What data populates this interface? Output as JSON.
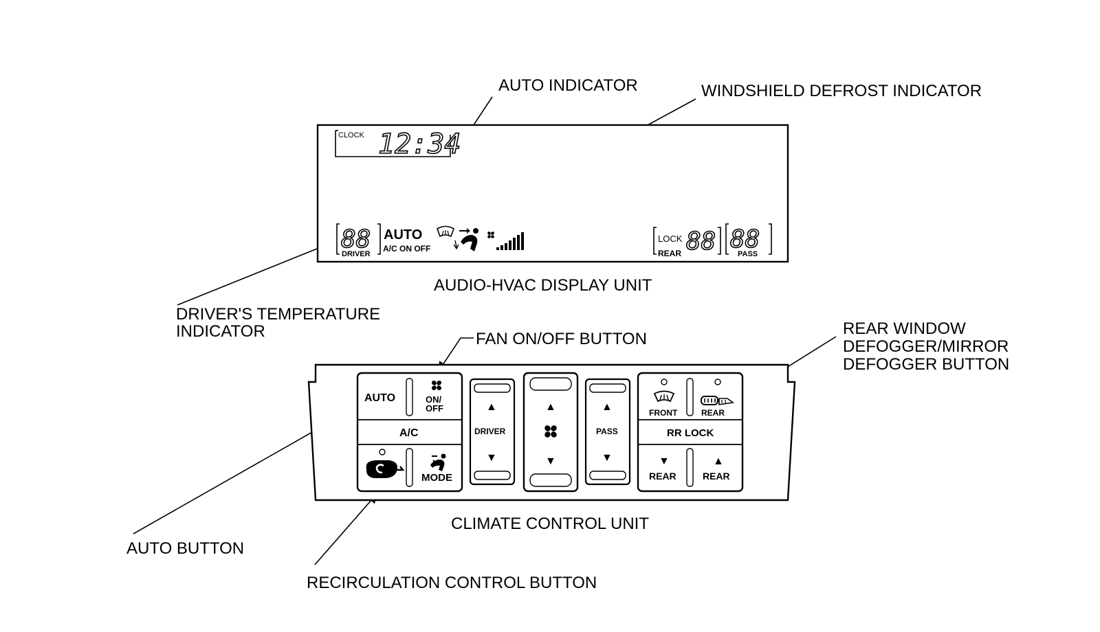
{
  "callouts": {
    "auto_indicator": "AUTO INDICATOR",
    "windshield_defrost_indicator": "WINDSHIELD DEFROST INDICATOR",
    "drivers_temp_indicator_line1": "DRIVER'S TEMPERATURE",
    "drivers_temp_indicator_line2": "INDICATOR",
    "fan_onoff_button": "FAN ON/OFF BUTTON",
    "rear_defogger_line1": "REAR WINDOW",
    "rear_defogger_line2": "DEFOGGER/MIRROR",
    "rear_defogger_line3": "DEFOGGER BUTTON",
    "auto_button": "AUTO BUTTON",
    "recirculation_button": "RECIRCULATION CONTROL BUTTON"
  },
  "captions": {
    "display_unit": "AUDIO-HVAC DISPLAY UNIT",
    "climate_unit": "CLIMATE CONTROL UNIT"
  },
  "display": {
    "clock_label": "CLOCK",
    "clock_time": "12:34",
    "driver_temp": "88",
    "driver_label": "DRIVER",
    "auto_text": "AUTO",
    "ac_text": "A/C ON OFF",
    "lock_label": "LOCK",
    "rear_label": "REAR",
    "rear_temp": "88",
    "pass_temp": "88",
    "pass_label": "PASS"
  },
  "controls": {
    "auto": "AUTO",
    "fan_on": "ON/",
    "fan_off": "OFF",
    "ac": "A/C",
    "mode": "MODE",
    "driver": "DRIVER",
    "pass": "PASS",
    "front": "FRONT",
    "rear_defog": "REAR",
    "rr_lock": "RR LOCK",
    "rear_down": "REAR",
    "rear_up": "REAR",
    "up_arrow": "▲",
    "down_arrow": "▼"
  },
  "icons": {
    "fan": "fan-icon",
    "recirculation": "recirculation-icon",
    "mode": "mode-icon",
    "windshield_defrost": "windshield-defrost-icon",
    "rear_defrost": "rear-defrost-icon",
    "vent": "vent-icon",
    "fan_speed": "fan-speed-bars-icon"
  }
}
